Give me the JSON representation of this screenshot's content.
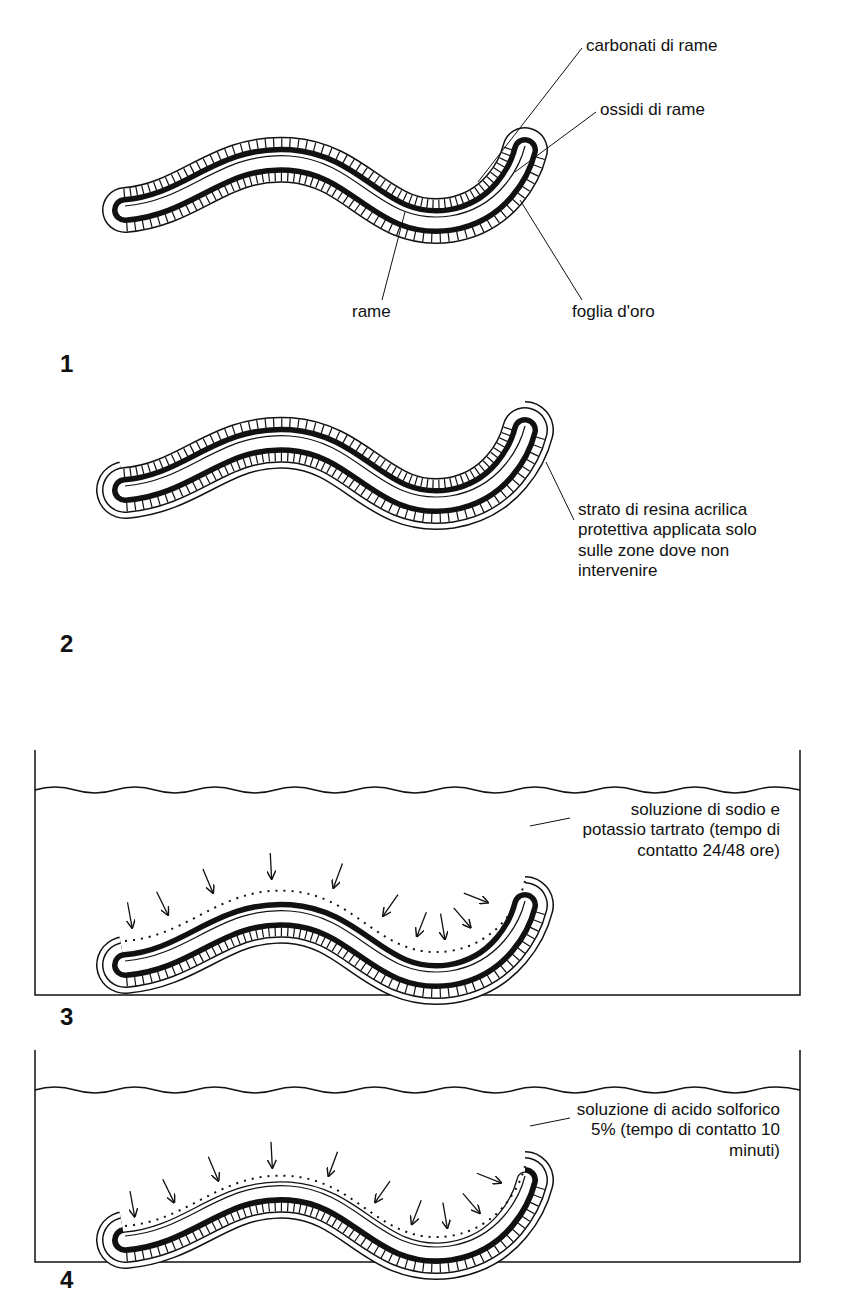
{
  "diagram": {
    "labels": [
      "carbonati di rame",
      "ossidi di rame",
      "rame",
      "foglia d'oro",
      "1",
      "strato di resina acrilica protettiva applicata solo sulle zone dove non intervenire",
      "2",
      "soluzione di sodio e potassio tartrato (tempo di contatto 24/48 ore)",
      "3",
      "soluzione di acido solforico 5% (tempo di contatto 10 minuti)",
      "4"
    ]
  }
}
